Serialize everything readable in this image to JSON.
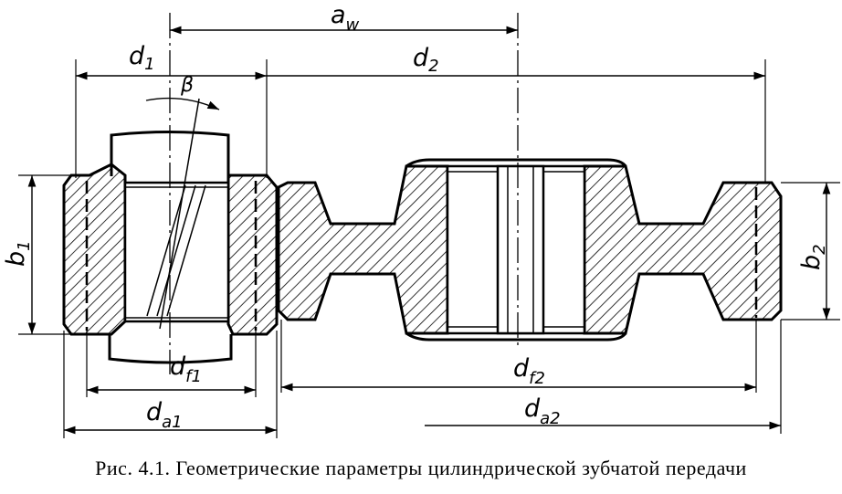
{
  "labels": {
    "aw": {
      "main": "a",
      "sub": "w"
    },
    "d1": {
      "main": "d",
      "sub": "1"
    },
    "d2": {
      "main": "d",
      "sub": "2"
    },
    "beta": {
      "main": "β",
      "sub": ""
    },
    "b1": {
      "main": "b",
      "sub": "1"
    },
    "b2": {
      "main": "b",
      "sub": "2"
    },
    "df1": {
      "main": "d",
      "sub": "f1"
    },
    "df2": {
      "main": "d",
      "sub": "f2"
    },
    "da1": {
      "main": "d",
      "sub": "a1"
    },
    "da2": {
      "main": "d",
      "sub": "a2"
    }
  },
  "caption": "Рис. 4.1. Геометрические параметры цилиндрической зубчатой передачи"
}
